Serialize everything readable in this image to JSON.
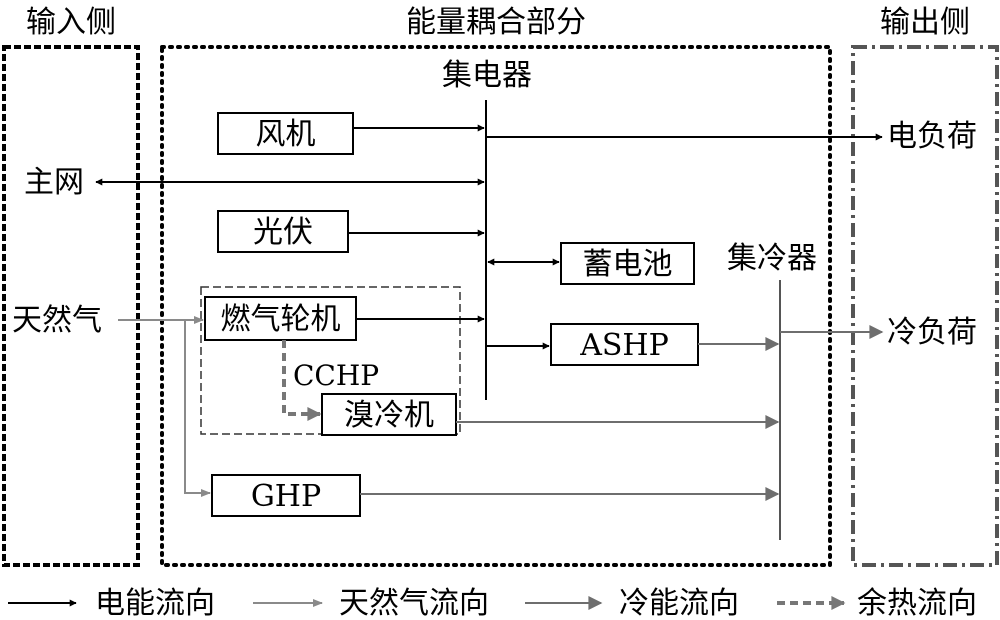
{
  "sections": {
    "input": "输入侧",
    "coupling": "能量耦合部分",
    "output": "输出侧"
  },
  "buses": {
    "electric": "集电器",
    "cooling": "集冷器"
  },
  "nodes": {
    "wind": "风机",
    "grid": "主网",
    "pv": "光伏",
    "battery": "蓄电池",
    "gas": "天然气",
    "turbine": "燃气轮机",
    "ashp": "ASHP",
    "cchp": "CCHP",
    "chiller": "溴冷机",
    "ghp": "GHP",
    "elec_load": "电负荷",
    "cool_load": "冷负荷"
  },
  "legend": {
    "electric": "电能流向",
    "gas": "天然气流向",
    "cooling": "冷能流向",
    "heat": "余热流向"
  },
  "colors": {
    "electric": "#000000",
    "gas": "#8a8a8a",
    "cooling": "#6e6e6e",
    "heat": "#777777"
  }
}
